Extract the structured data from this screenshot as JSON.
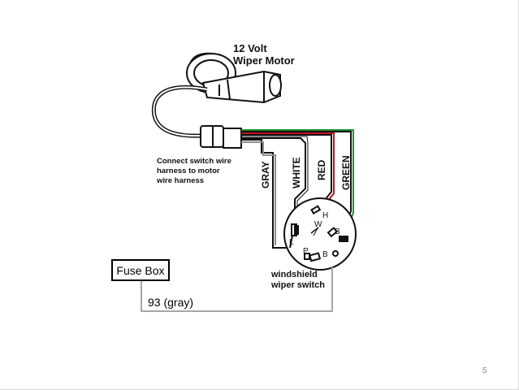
{
  "motor": {
    "title_line1": "12 Volt",
    "title_line2": "Wiper Motor"
  },
  "connect_note": {
    "line1": "Connect switch wire",
    "line2": "harness to motor",
    "line3": "wire harness"
  },
  "wires": {
    "gray": "GRAY",
    "white": "WHITE",
    "red": "RED",
    "green": "GREEN"
  },
  "wire_colors": {
    "gray": "#8c8c8c",
    "white": "#1a1a1a",
    "red": "#c0141c",
    "green": "#1e8f2e"
  },
  "switch": {
    "label_line1": "windshield",
    "label_line2": "wiper switch",
    "terminals": {
      "h": "H",
      "w": "W",
      "l": "L",
      "p": "P",
      "b_top": "B",
      "b_bottom": "B"
    }
  },
  "fuse_box": {
    "label": "Fuse Box",
    "wire_label": "93 (gray)"
  },
  "page_number": "5"
}
